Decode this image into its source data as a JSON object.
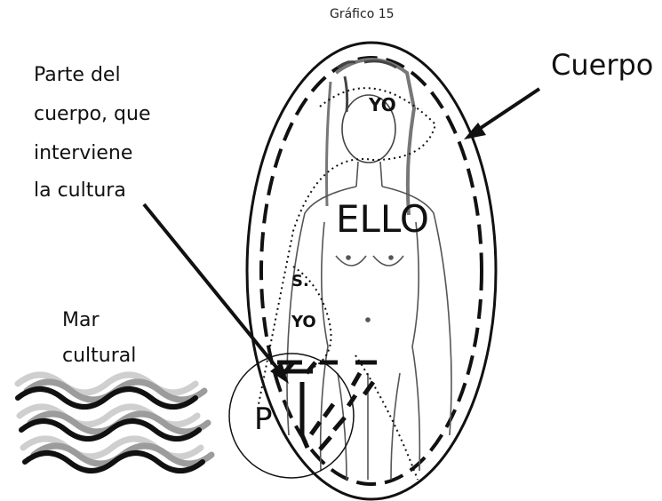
{
  "figure": {
    "caption": "Gráfico 15"
  },
  "labels": {
    "cuerpo": "Cuerpo",
    "parte_lines": [
      "Parte del",
      "cuerpo, que",
      "interviene",
      "la cultura"
    ],
    "mar_lines": [
      "Mar",
      "cultural"
    ],
    "ello": "ELLO",
    "yo_top": "YO",
    "superyo_lines": [
      "S.",
      "YO"
    ],
    "p": "P"
  }
}
